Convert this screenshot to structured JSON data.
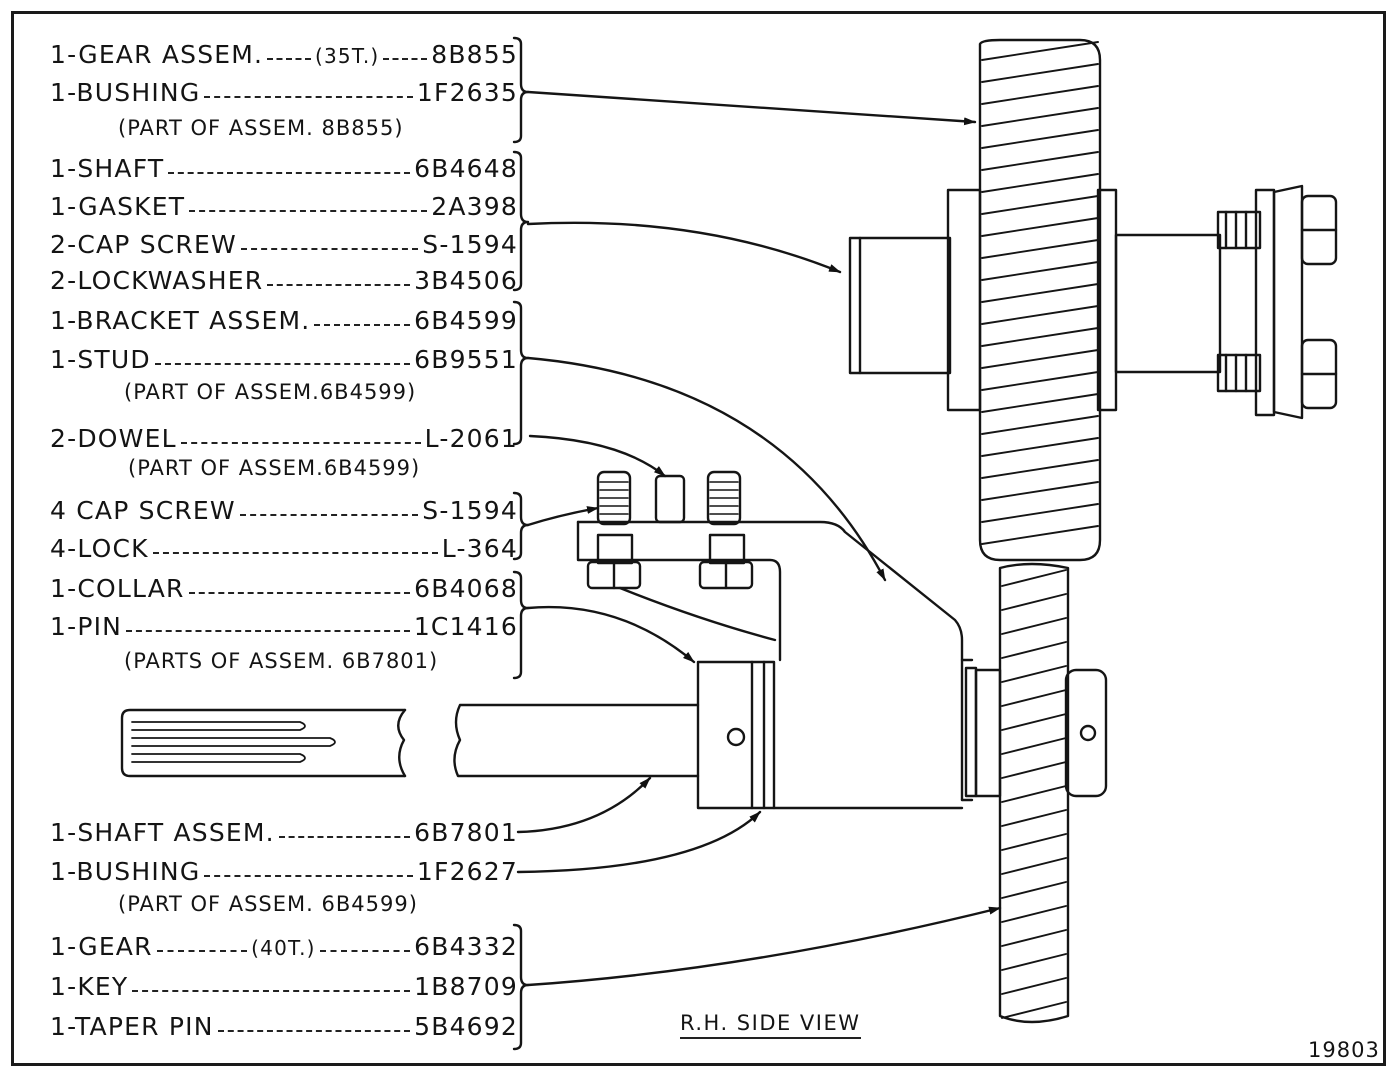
{
  "parts": [
    {
      "name": "1-GEAR ASSEM.",
      "mid": "(35T.)",
      "number": "8B855"
    },
    {
      "name": "1-BUSHING",
      "number": "1F2635"
    },
    {
      "name": "1-SHAFT",
      "number": "6B4648"
    },
    {
      "name": "1-GASKET",
      "number": "2A398"
    },
    {
      "name": "2-CAP SCREW",
      "number": "S-1594"
    },
    {
      "name": "2-LOCKWASHER",
      "number": "3B4506"
    },
    {
      "name": "1-BRACKET ASSEM.",
      "number": "6B4599"
    },
    {
      "name": "1-STUD",
      "number": "6B9551"
    },
    {
      "name": "2-DOWEL",
      "number": "L-2061"
    },
    {
      "name": "4 CAP SCREW",
      "number": "S-1594"
    },
    {
      "name": "4-LOCK",
      "number": "L-364"
    },
    {
      "name": "1-COLLAR",
      "number": "6B4068"
    },
    {
      "name": "1-PIN",
      "number": "1C1416"
    },
    {
      "name": "1-SHAFT ASSEM.",
      "number": "6B7801"
    },
    {
      "name": "1-BUSHING",
      "number": "1F2627"
    },
    {
      "name": "1-GEAR",
      "mid": "(40T.)",
      "number": "6B4332"
    },
    {
      "name": "1-KEY",
      "number": "1B8709"
    },
    {
      "name": "1-TAPER PIN",
      "number": "5B4692"
    }
  ],
  "notes": [
    "(PART OF ASSEM. 8B855)",
    "(PART OF ASSEM.6B4599)",
    "(PART OF ASSEM.6B4599)",
    "(PARTS OF ASSEM. 6B7801)",
    "(PART OF ASSEM. 6B4599)"
  ],
  "caption": "R.H. SIDE VIEW",
  "figure_number": "19803"
}
